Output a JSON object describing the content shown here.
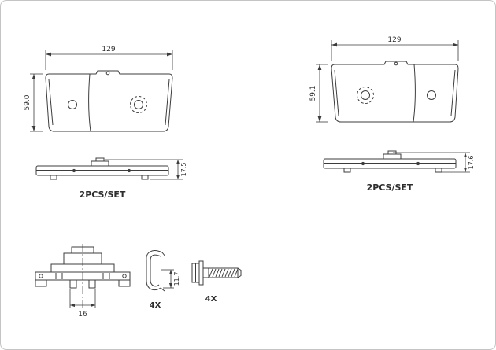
{
  "pad_left": {
    "width": "129",
    "height": "59.0"
  },
  "pad_right": {
    "width": "129",
    "height": "59.1"
  },
  "profile_left": {
    "thickness": "17.5",
    "set_label": "2PCS/SET"
  },
  "profile_right": {
    "thickness": "17.6",
    "set_label": "2PCS/SET"
  },
  "carrier": {
    "width_dim": "16"
  },
  "clip": {
    "height_dim": "11.7",
    "qty_label": "4X"
  },
  "bolt": {
    "qty_label": "4X"
  },
  "colors": {
    "line": "#3c3c3c",
    "background": "#ffffff",
    "border": "#c4c4c4"
  }
}
